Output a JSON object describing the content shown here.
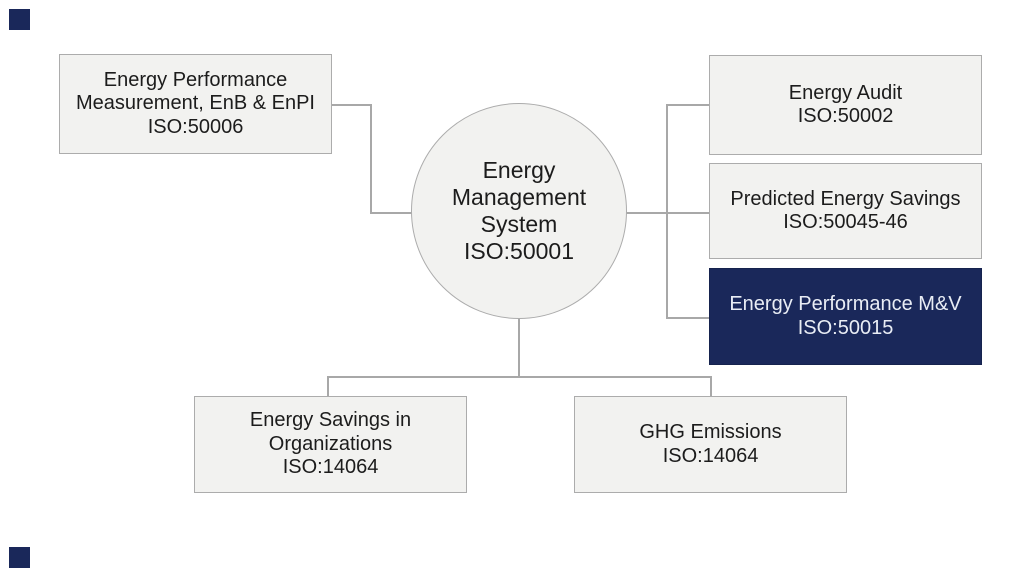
{
  "center_node": {
    "lines": [
      "Energy",
      "Management",
      "System",
      "ISO:50001"
    ]
  },
  "nodes": [
    {
      "id": "energy-performance-measurement",
      "lines": [
        "Energy Performance",
        "Measurement, EnB & EnPI",
        "ISO:50006"
      ],
      "variant": "light"
    },
    {
      "id": "energy-audit",
      "lines": [
        "Energy Audit",
        "ISO:50002"
      ],
      "variant": "light"
    },
    {
      "id": "predicted-energy-savings",
      "lines": [
        "Predicted Energy Savings",
        "ISO:50045-46"
      ],
      "variant": "light"
    },
    {
      "id": "energy-performance-mv",
      "lines": [
        "Energy Performance M&V",
        "ISO:50015"
      ],
      "variant": "dark"
    },
    {
      "id": "energy-savings-in-organizations",
      "lines": [
        "Energy Savings in",
        "Organizations",
        "ISO:14064"
      ],
      "variant": "light"
    },
    {
      "id": "ghg-emissions",
      "lines": [
        "GHG Emissions",
        "ISO:14064"
      ],
      "variant": "light"
    }
  ],
  "colors": {
    "background": "#ffffff",
    "node_fill": "#f2f2f0",
    "node_border": "#acacac",
    "accent_navy": "#1a285a",
    "dark_node_text": "#e9edf5",
    "text": "#1c1c1c",
    "connector": "#a8a8a8"
  }
}
